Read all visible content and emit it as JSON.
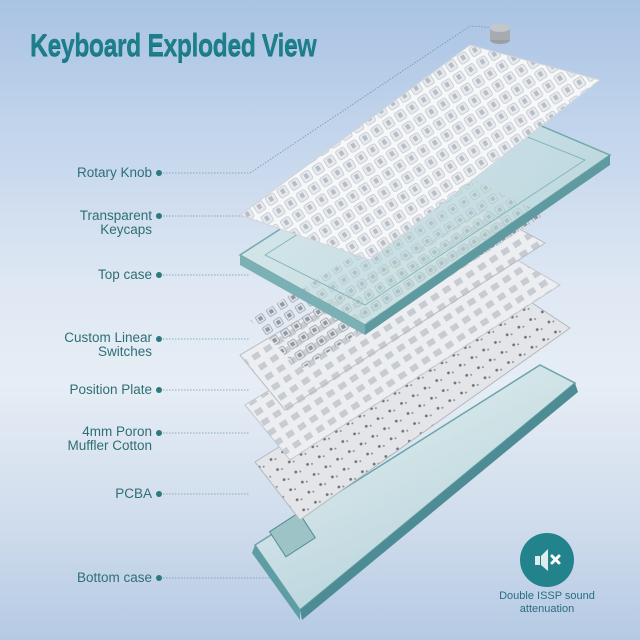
{
  "title": "Keyboard Exploded View",
  "labels": [
    {
      "id": "rotary-knob",
      "lines": [
        "Rotary Knob"
      ],
      "text": "Rotary Knob"
    },
    {
      "id": "keycaps",
      "lines": [
        "Transparent",
        "Keycaps"
      ],
      "text": "Transparent Keycaps"
    },
    {
      "id": "top-case",
      "lines": [
        "Top case"
      ],
      "text": "Top case"
    },
    {
      "id": "switches",
      "lines": [
        "Custom Linear",
        "Switches"
      ],
      "text": "Custom Linear Switches"
    },
    {
      "id": "position-plate",
      "lines": [
        "Position Plate"
      ],
      "text": "Position Plate"
    },
    {
      "id": "poron",
      "lines": [
        "4mm Poron",
        "Muffler Cotton"
      ],
      "text": "4mm Poron Muffler Cotton"
    },
    {
      "id": "pcba",
      "lines": [
        "PCBA"
      ],
      "text": "PCBA"
    },
    {
      "id": "bottom-case",
      "lines": [
        "Bottom case"
      ],
      "text": "Bottom case"
    }
  ],
  "badge": {
    "icon": "speaker-mute-icon",
    "line1": "Double ISSP sound",
    "line2": "attenuation"
  },
  "colors": {
    "accent": "#1d7f8c",
    "label": "#2e6f74",
    "badge": "#22838c"
  }
}
